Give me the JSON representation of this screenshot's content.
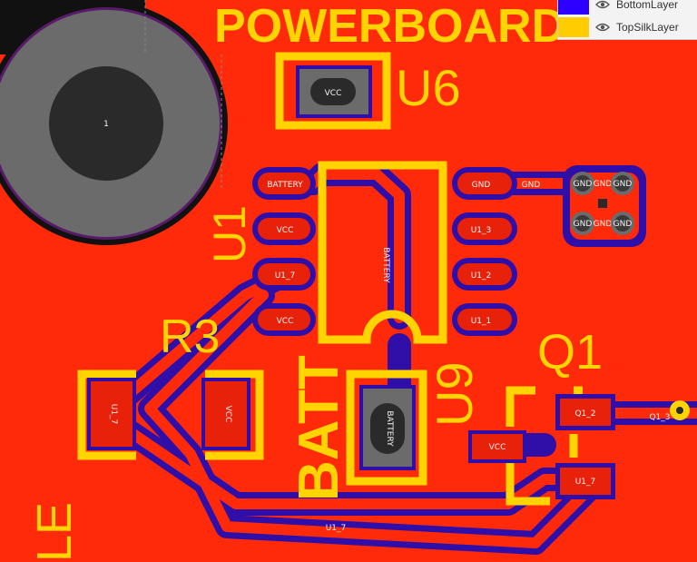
{
  "colors": {
    "board_fill": "#ff2a0a",
    "top_silk": "#ffd400",
    "bottom_layer": "#2f0fa8",
    "pad_fill": "#e8220a",
    "hole_ring": "#6a6a6a"
  },
  "silk": {
    "powerboard": "POWERBOARD",
    "u6": "U6",
    "u1": "U1",
    "r3": "R3",
    "batt": "BATT",
    "u9": "U9",
    "q1": "Q1",
    "le": "LE"
  },
  "pads": {
    "mount_hole": "1",
    "u6_pad": "VCC",
    "u1_battery": "BATTERY",
    "u1_vcc_a": "VCC",
    "u1_7": "U1_7",
    "u1_vcc_b": "VCC",
    "u1_gnd": "GND",
    "u1_3": "U1_3",
    "u1_2": "U1_2",
    "u1_1": "U1_1",
    "trace_gnd": "GND",
    "via_gnd_1": "GND",
    "via_gnd_2": "GND",
    "via_gnd_3": "GND",
    "via_gnd_4": "GND",
    "via_gnd_5": "GND",
    "via_gnd_6": "GND",
    "u1_body_battery": "BATTERY",
    "r3_left": "U1_7",
    "r3_right": "VCC",
    "u9_pad": "BATTERY",
    "q1_vcc": "VCC",
    "q1_2": "Q1_2",
    "q1_3": "Q1_3",
    "q1_7": "U1_7",
    "trace_u1_7": "U1_7"
  },
  "layers_panel": {
    "items": [
      {
        "name": "BottomLayer",
        "color": "#2b00ff",
        "visible_icon": "eye-icon"
      },
      {
        "name": "TopSilkLayer",
        "color": "#ffcc00",
        "visible_icon": "eye-icon"
      }
    ]
  }
}
